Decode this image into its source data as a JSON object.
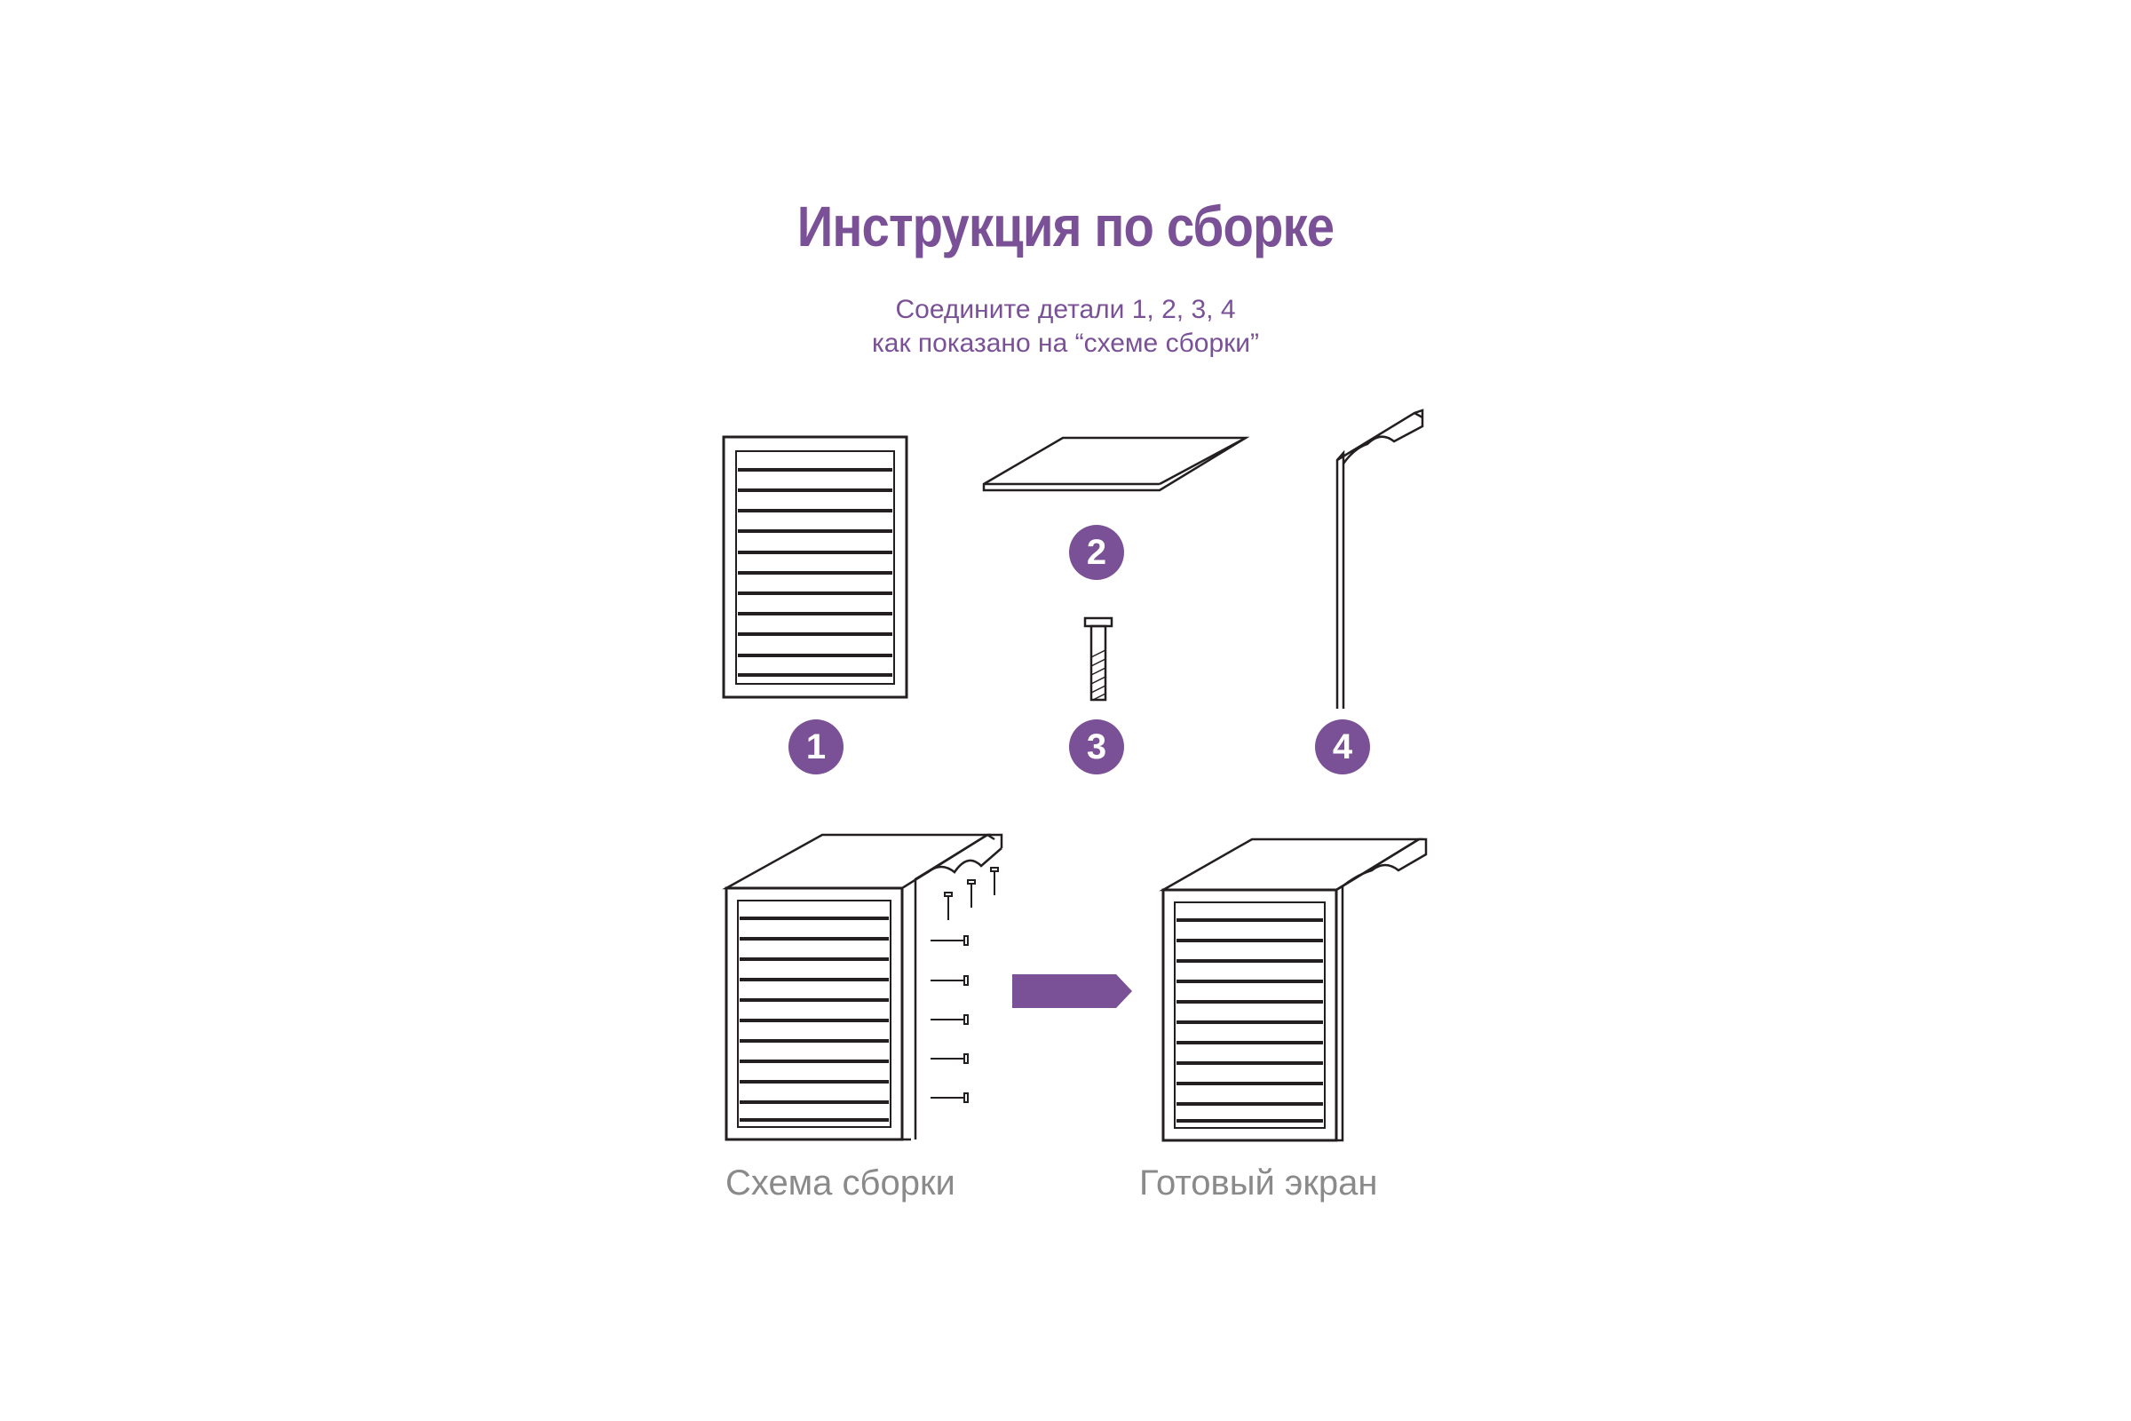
{
  "title": "Инструкция по сборке",
  "subtitle_line1": "Соедините детали 1, 2, 3, 4",
  "subtitle_line2": "как показано на “схеме сборки”",
  "parts": [
    {
      "number": "1",
      "name": "lattice-panel"
    },
    {
      "number": "2",
      "name": "top-board"
    },
    {
      "number": "3",
      "name": "screw"
    },
    {
      "number": "4",
      "name": "side-strip"
    }
  ],
  "captions": {
    "assembly_scheme": "Схема сборки",
    "finished_screen": "Готовый экран"
  },
  "colors": {
    "accent": "#7a5196",
    "line": "#231f20",
    "caption": "#8a8a8a"
  }
}
